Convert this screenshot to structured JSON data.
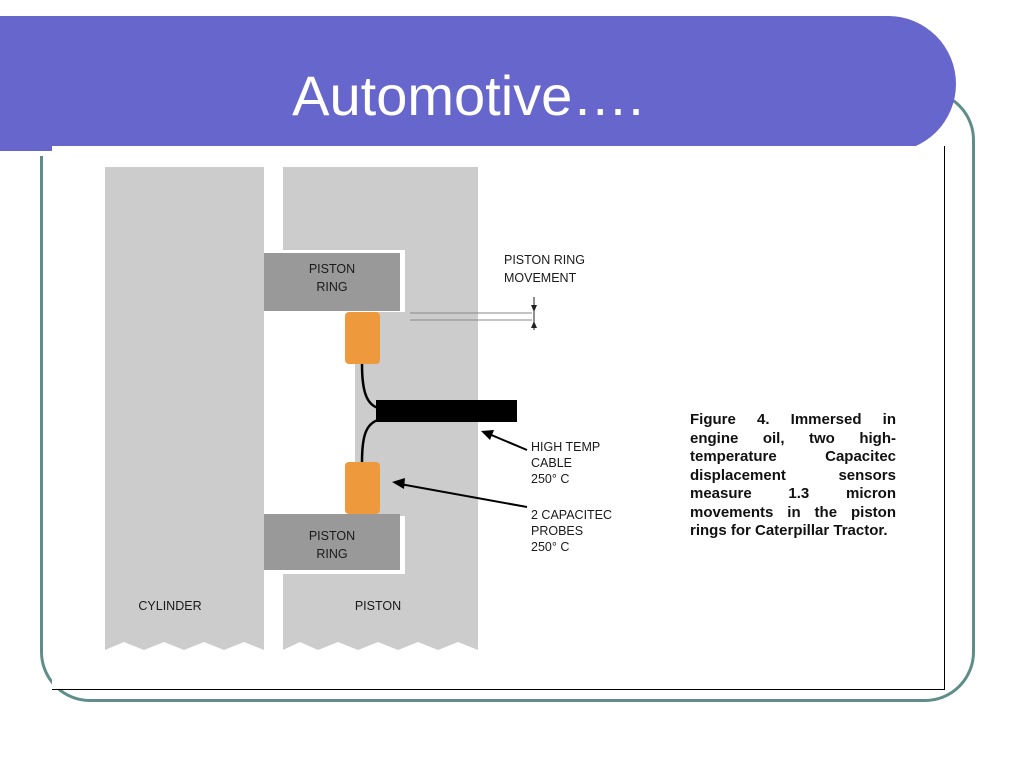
{
  "slide": {
    "title": "Automotive…."
  },
  "diagram": {
    "labels": {
      "piston_ring_top": [
        "PISTON",
        "RING"
      ],
      "piston_ring_bottom": [
        "PISTON",
        "RING"
      ],
      "cylinder": "CYLINDER",
      "piston": "PISTON",
      "ring_movement": [
        "PISTON RING",
        "MOVEMENT"
      ],
      "cable": [
        "HIGH TEMP",
        "CABLE",
        "250° C"
      ],
      "probes": [
        "2 CAPACITEC",
        "PROBES",
        "250° C"
      ]
    },
    "colors": {
      "metal": "#cccccc",
      "ring": "#999999",
      "probe": "#ee9a3c",
      "cable": "#000000"
    }
  },
  "caption": "Figure 4. Immersed in engine oil, two high-temperature Capacitec displacement sensors measure 1.3 micron movements in the piston rings for Caterpillar Tractor."
}
